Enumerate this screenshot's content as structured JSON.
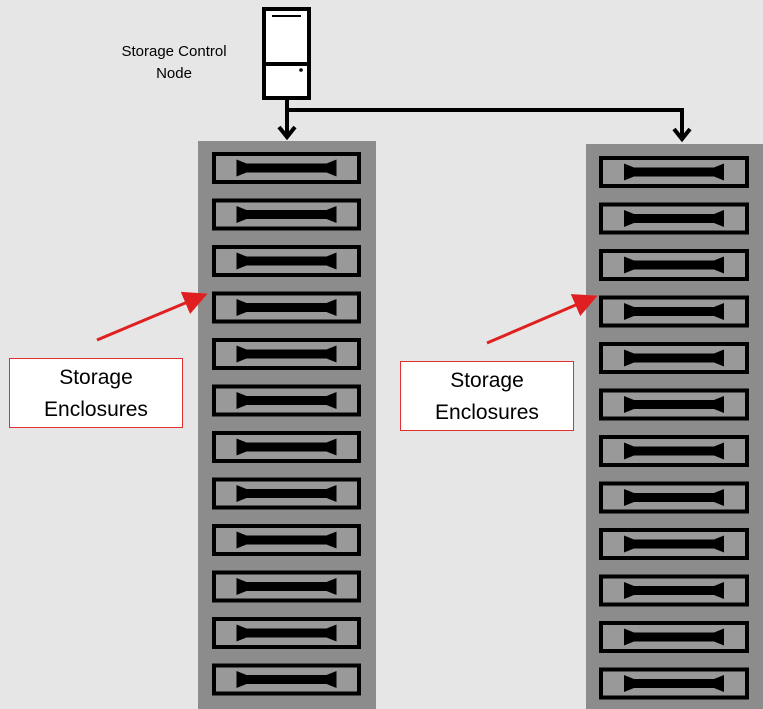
{
  "control_node": {
    "label_line1": "Storage Control",
    "label_line2": "Node"
  },
  "racks": [
    {
      "name": "left-rack",
      "enclosure_count": 12,
      "callout": {
        "line1": "Storage",
        "line2": "Enclosures"
      }
    },
    {
      "name": "right-rack",
      "enclosure_count": 12,
      "callout": {
        "line1": "Storage",
        "line2": "Enclosures"
      }
    }
  ],
  "colors": {
    "background": "#e6e6e6",
    "rack": "#8c8c8c",
    "enclosure_fill": "#999999",
    "enclosure_outline": "#000000",
    "callout_border": "#e03030",
    "callout_arrow": "#e02020",
    "connector": "#000000"
  }
}
